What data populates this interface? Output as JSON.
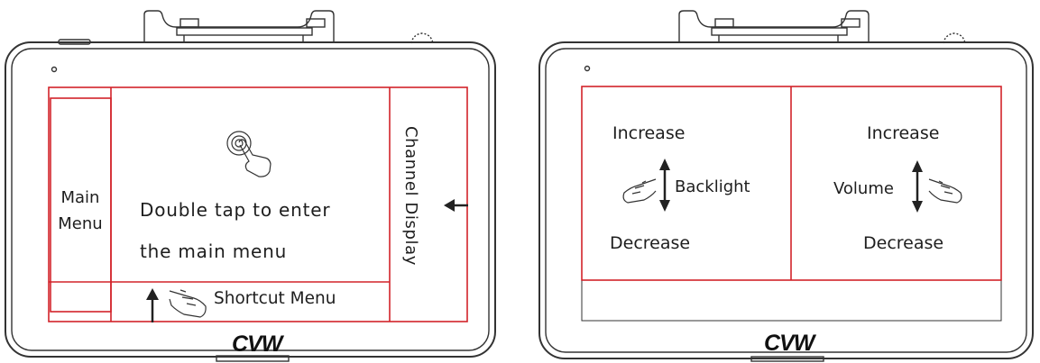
{
  "left_panel": {
    "main_menu_label": "Main Menu",
    "double_tap_line1": "Double tap to enter",
    "double_tap_line2": "the main menu",
    "shortcut_menu_label": "Shortcut Menu",
    "channel_display_label": "Channel Display",
    "brand_logo": "CVW"
  },
  "right_panel": {
    "backlight_increase": "Increase",
    "backlight_label": "Backlight",
    "backlight_decrease": "Decrease",
    "volume_increase": "Increase",
    "volume_label": "Volume",
    "volume_decrease": "Decrease",
    "brand_logo": "CVW"
  },
  "colors": {
    "zone_outline": "#d2232a",
    "device_outline": "#333333",
    "text": "#1e1e1e"
  },
  "icons": [
    "tap-hand-icon",
    "swipe-hand-icon",
    "arrow-up-icon",
    "arrow-left-icon",
    "arrow-up-down-icon"
  ]
}
